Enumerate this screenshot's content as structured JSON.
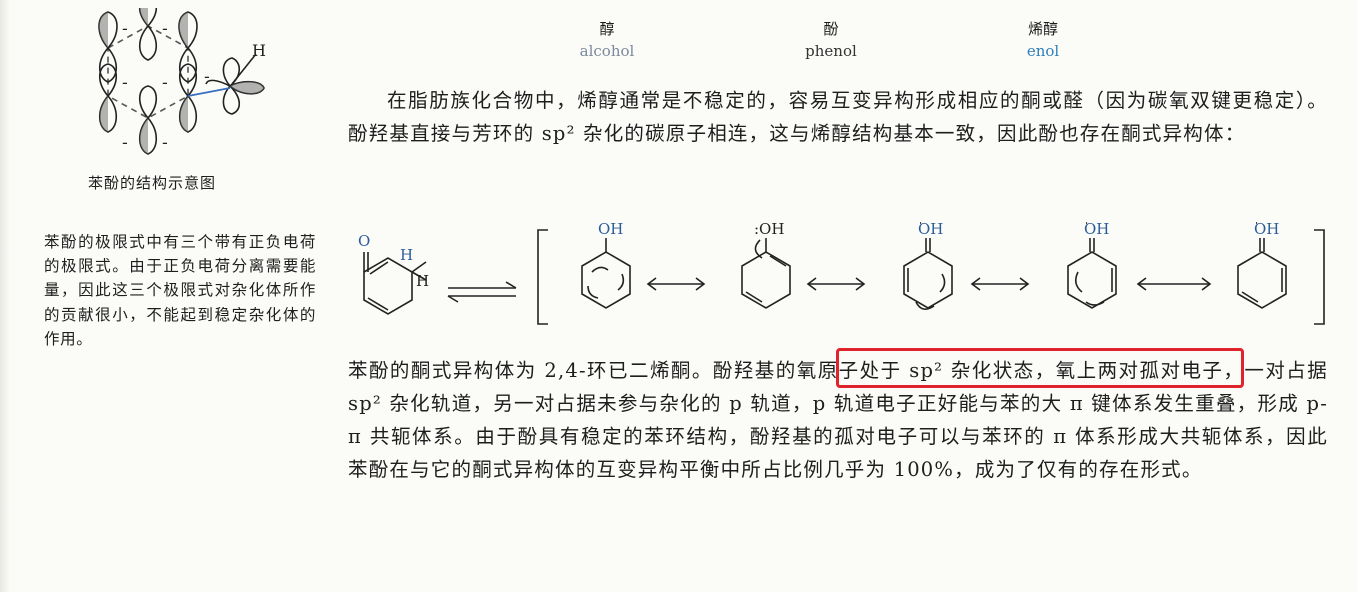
{
  "figure": {
    "caption": "苯酚的结构示意图",
    "labels": {
      "h": "H"
    }
  },
  "side_note": "苯酚的极限式中有三个带有正负电荷的极限式。由于正负电荷分离需要能量，因此这三个极限式对杂化体所作的贡献很小，不能起到稳定杂化体的作用。",
  "header": {
    "alcohol": {
      "cn": "醇",
      "en": "alcohol"
    },
    "phenol": {
      "cn": "酚",
      "en": "phenol"
    },
    "enol": {
      "cn": "烯醇",
      "en": "enol"
    }
  },
  "paragraph1": "在脂肪族化合物中，烯醇通常是不稳定的，容易互变异构形成相应的酮或醛（因为碳氧双键更稳定）。酚羟基直接与芳环的 sp² 杂化的碳原子相连，这与烯醇结构基本一致，因此酚也存在酮式异构体：",
  "paragraph2": {
    "before": "苯酚的酮式异构体为 2,4-环已二烯酮。",
    "highlight": "酚羟基的氧原子处于 sp² 杂化状态",
    "after": "，氧上两对孤对电子，一对占据 sp² 杂化轨道，另一对占据未参与杂化的 p 轨道，p 轨道电子正好能与苯的大 π 键体系发生重叠，形成 p-π 共轭体系。由于酚具有稳定的苯环结构，酚羟基的孤对电子可以与苯环的 π 体系形成大共轭体系，因此苯酚在与它的酮式异构体的互变异构平衡中所占比例几乎为 100%，成为了仅有的存在形式。"
  },
  "scheme": {
    "ketone_o": "O",
    "ketone_h1": "H",
    "ketone_h2": "H",
    "phenol_oh": "OH",
    "lonepair_oh": ":OH",
    "oxonium1": "OH",
    "oxonium2": "OH",
    "oxonium3": "OH",
    "plus": "+"
  },
  "colors": {
    "highlight_border": "#e0242b",
    "enol_blue": "#2f7fb8",
    "bond_blue": "#3a6fc0"
  }
}
